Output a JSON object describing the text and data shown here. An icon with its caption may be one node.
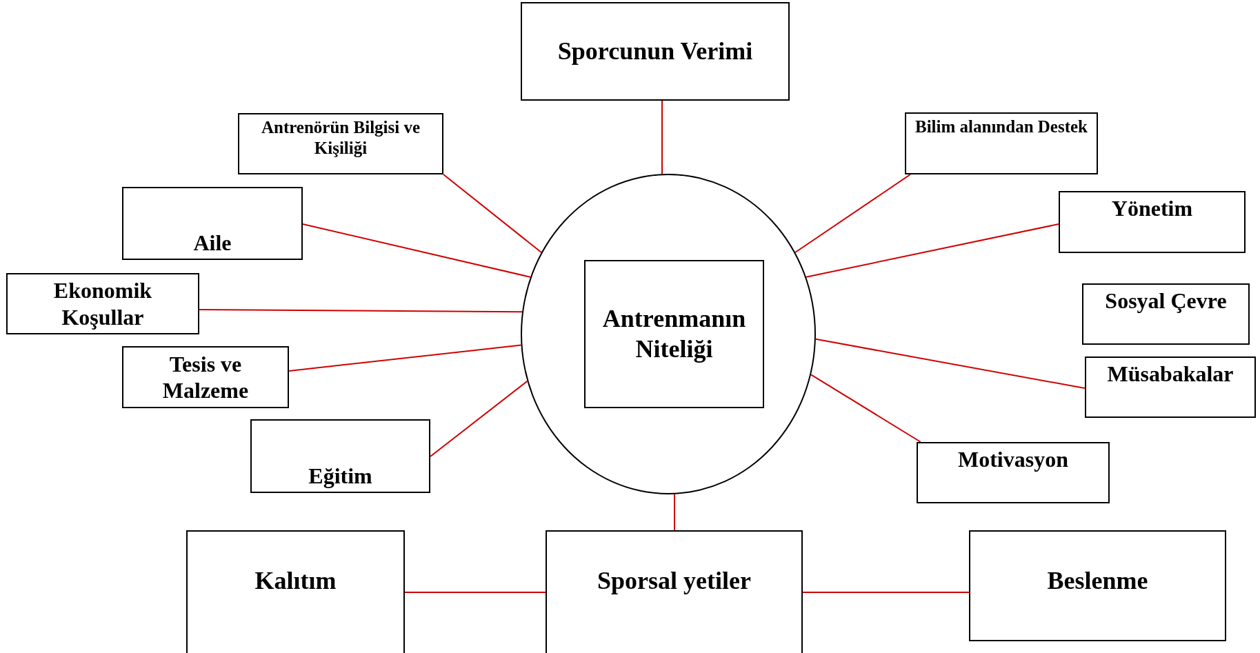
{
  "diagram": {
    "nodes": [
      {
        "text": [],
        "shape": "circle"
      },
      {
        "text": [
          "Antrenmanın Niteliği"
        ],
        "in": 0
      },
      {
        "text": [
          "Sporcunun Verimi"
        ]
      },
      {
        "text": [
          "Antrenörün Bilgisi ve Kişiliği"
        ]
      },
      {
        "text": [
          "Bilim alanından Destek"
        ]
      },
      {
        "text": [
          "Aile"
        ]
      },
      {
        "text": [
          "Yönetim"
        ]
      },
      {
        "text": [
          "Ekonomik Koşullar"
        ]
      },
      {
        "text": [
          "Sosyal Çevre"
        ]
      },
      {
        "text": [
          "Tesis ve Malzeme"
        ]
      },
      {
        "text": [
          "Müsabakalar"
        ]
      },
      {
        "text": [
          "Eğitim"
        ]
      },
      {
        "text": [
          "Motivasyon"
        ]
      },
      {
        "text": [
          "Kalıtım"
        ]
      },
      {
        "text": [
          "Sporsal yetiler"
        ]
      },
      {
        "text": [
          "Beslenme"
        ]
      }
    ],
    "edges": [
      {
        "from": 0,
        "to": 2,
        "arrow": "none"
      },
      {
        "from": 0,
        "to": 3,
        "arrow": "none"
      },
      {
        "from": 0,
        "to": 5,
        "arrow": "none"
      },
      {
        "from": 0,
        "to": 7,
        "arrow": "none"
      },
      {
        "from": 0,
        "to": 9,
        "arrow": "none"
      },
      {
        "from": 0,
        "to": 11,
        "arrow": "none"
      },
      {
        "from": 0,
        "to": 4,
        "arrow": "none"
      },
      {
        "from": 0,
        "to": 6,
        "arrow": "none"
      },
      {
        "from": 0,
        "to": 10,
        "arrow": "none"
      },
      {
        "from": 0,
        "to": 12,
        "arrow": "none"
      },
      {
        "from": 0,
        "to": 14,
        "arrow": "none"
      },
      {
        "from": 13,
        "to": 14,
        "arrow": "none"
      },
      {
        "from": 14,
        "to": 15,
        "arrow": "none"
      }
    ]
  }
}
